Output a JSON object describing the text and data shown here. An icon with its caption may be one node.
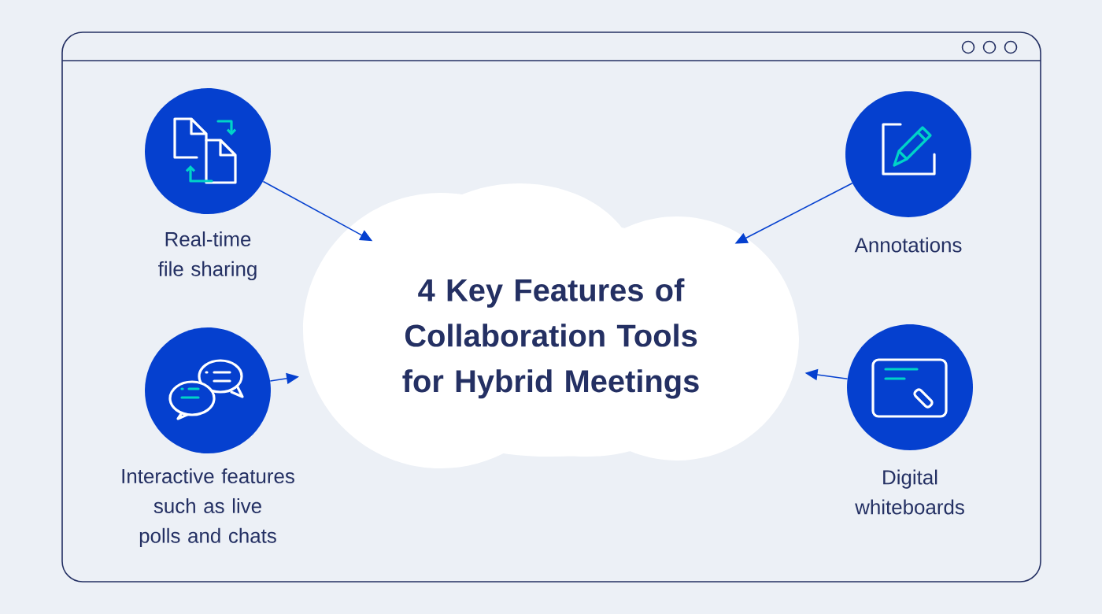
{
  "diagram": {
    "nodes": [
      {
        "text": [
          "Real-time file sharing"
        ]
      },
      {
        "text": [
          "Annotations"
        ]
      },
      {
        "text": [
          "4 Key Features of Collaboration Tools for Hybrid Meetings"
        ]
      },
      {
        "text": [
          "Interactive features such as live polls and chats"
        ]
      },
      {
        "text": [
          "Digital whiteboards"
        ]
      }
    ],
    "edges": [
      {
        "from": 0,
        "to": 2,
        "arrow": "to"
      },
      {
        "from": 1,
        "to": 2,
        "arrow": "to"
      },
      {
        "from": 3,
        "to": 2,
        "arrow": "to"
      },
      {
        "from": 4,
        "to": 2,
        "arrow": "to"
      }
    ]
  }
}
